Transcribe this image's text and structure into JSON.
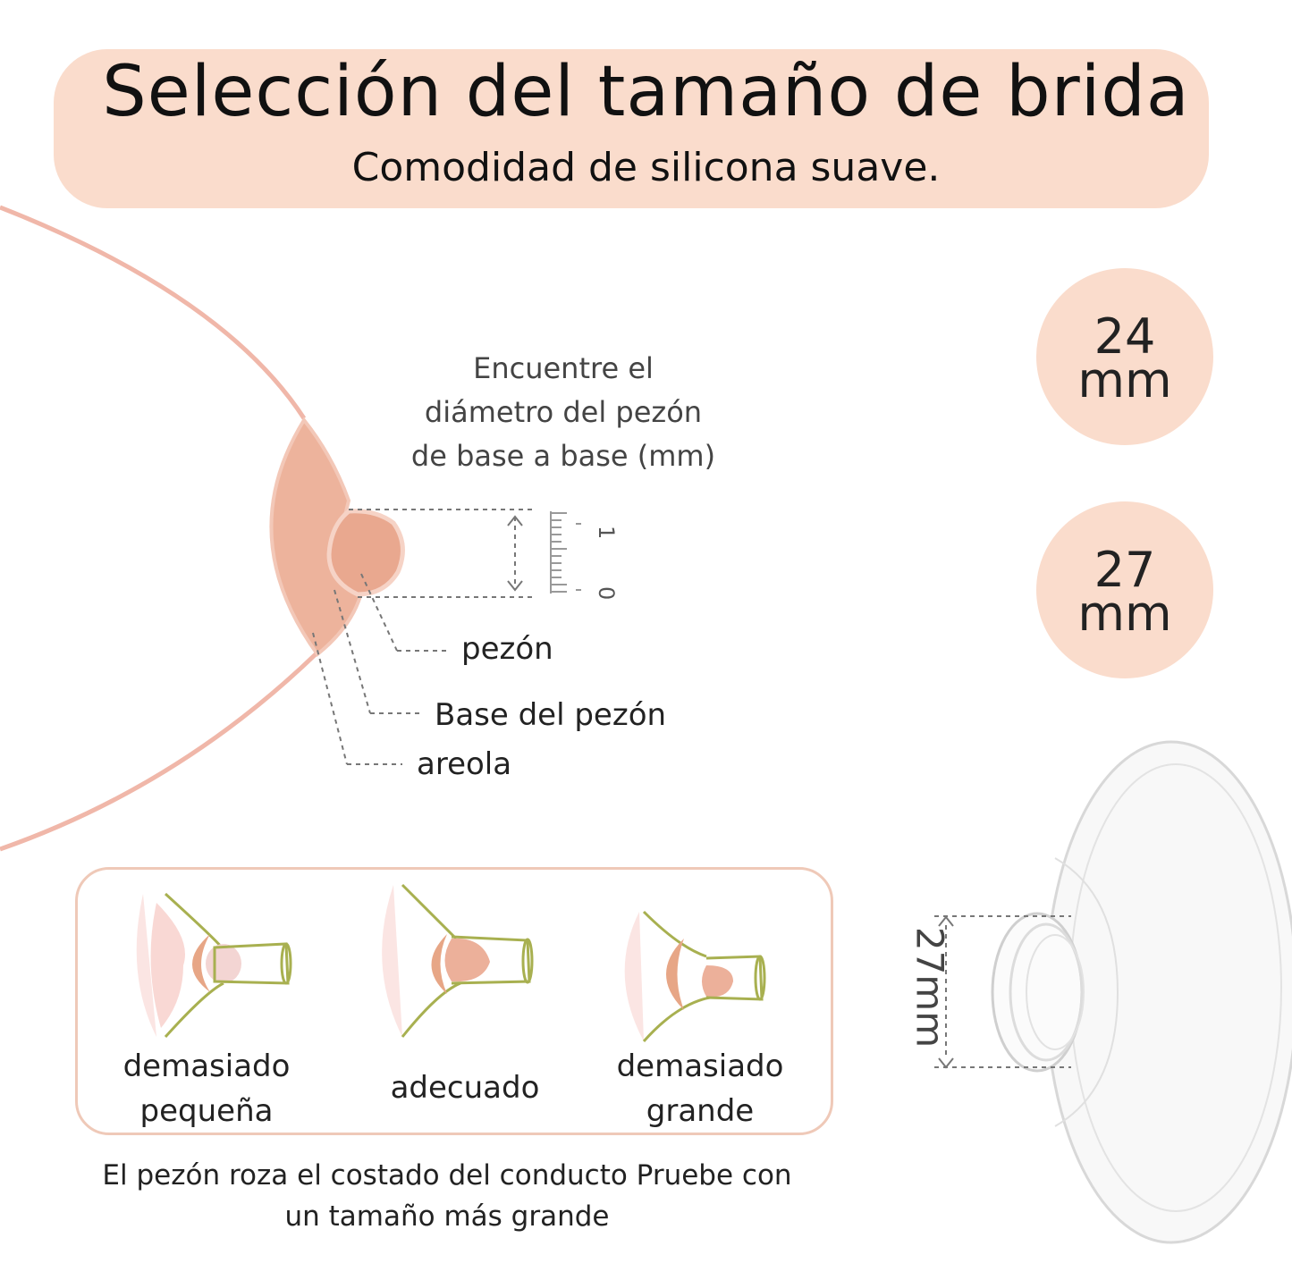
{
  "header": {
    "title": "Selección del tamaño de brida",
    "subtitle": "Comodidad de silicona suave."
  },
  "diagram": {
    "instruction_lines": [
      "Encuentre el",
      "diámetro del pezón",
      "de base a base (mm)"
    ],
    "ruler_labels": [
      "1",
      "0"
    ],
    "labels": {
      "nipple": "pezón",
      "nipple_base": "Base del pezón",
      "areola": "areola"
    }
  },
  "sizes": [
    {
      "number": "24",
      "unit": "mm"
    },
    {
      "number": "27",
      "unit": "mm"
    }
  ],
  "fit_examples": [
    {
      "label_lines": [
        "demasiado",
        "pequeña"
      ]
    },
    {
      "label_lines": [
        "adecuado"
      ]
    },
    {
      "label_lines": [
        "demasiado",
        "grande"
      ]
    }
  ],
  "note": {
    "lines": [
      "El pezón roza el costado del conducto Pruebe con",
      "un tamaño más grande"
    ]
  },
  "flange": {
    "dimension_label": "27mm"
  },
  "colors": {
    "header_band": "#fadccc",
    "areola": "#edb39c",
    "breast_outline": "#f0b7a9",
    "box_border": "#efc9b8"
  }
}
